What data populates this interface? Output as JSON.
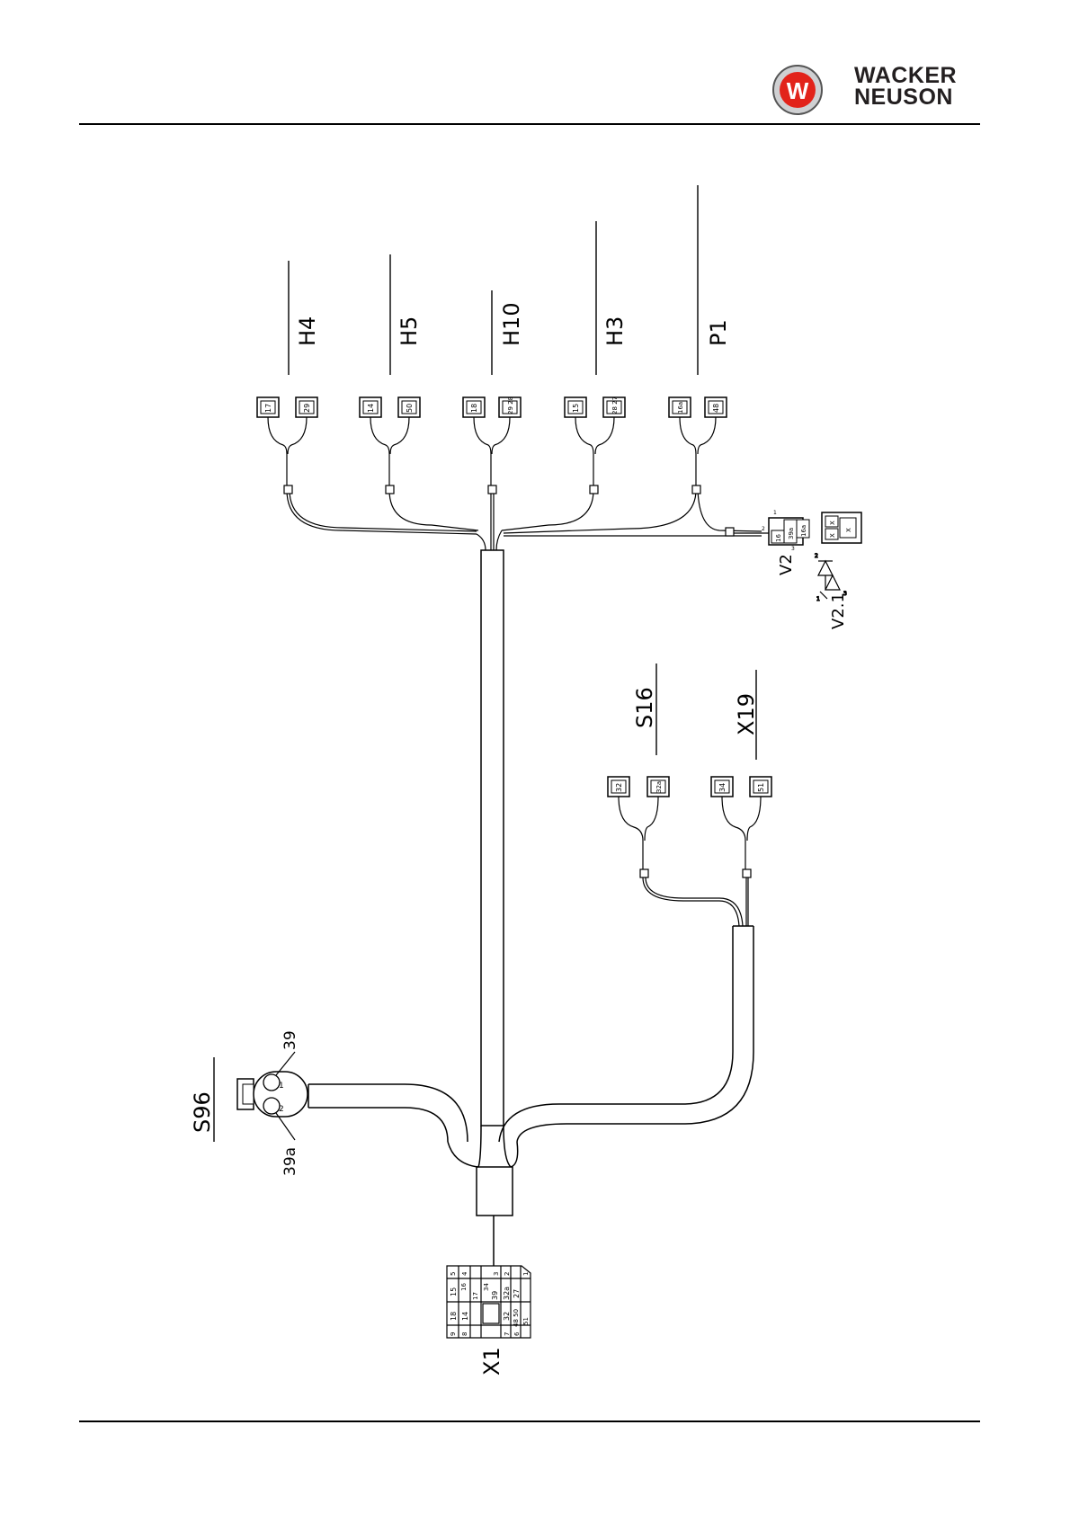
{
  "brand": {
    "line1": "WACKER",
    "line2": "NEUSON",
    "logo_mark": "W",
    "colors": {
      "ring": "#cfd0d2",
      "red": "#e2231a",
      "dark": "#231f20"
    }
  },
  "components": {
    "H4": {
      "name": "H4",
      "pins": [
        "17",
        "29"
      ]
    },
    "H5": {
      "name": "H5",
      "pins": [
        "14",
        "50"
      ]
    },
    "H10": {
      "name": "H10",
      "pins": [
        "18",
        "29 28"
      ]
    },
    "H3": {
      "name": "H3",
      "pins": [
        "15",
        "28 27"
      ]
    },
    "P1": {
      "name": "P1",
      "pins": [
        "16a",
        "48"
      ]
    },
    "S16": {
      "name": "S16",
      "pins": [
        "32",
        "32a"
      ]
    },
    "X19": {
      "name": "X19",
      "pins": [
        "34",
        "51"
      ]
    },
    "V2": {
      "name": "V2",
      "pins": [
        "16",
        "39a",
        "16a"
      ],
      "pin_numbers": [
        "1",
        "2",
        "3"
      ]
    },
    "V2_1": {
      "name": "V2.1",
      "pins": [
        "X",
        "X",
        "X"
      ],
      "pin_numbers": [
        "1",
        "2",
        "3"
      ]
    },
    "S96": {
      "name": "S96",
      "pins": [
        "39",
        "39a"
      ],
      "pin_numbers": [
        "1",
        "2"
      ]
    },
    "X1": {
      "name": "X1",
      "pins": [
        "5",
        "4",
        "3",
        "2",
        "1",
        "15",
        "16",
        "17",
        "34",
        "39",
        "32a",
        "27",
        "18",
        "14",
        "32",
        "48 50",
        "51",
        "9",
        "8",
        "7",
        "6"
      ]
    }
  }
}
